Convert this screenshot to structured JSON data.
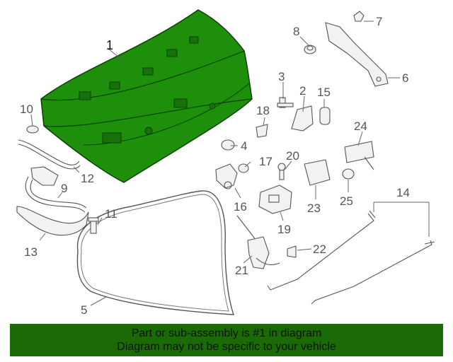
{
  "diagram": {
    "highlight_color": "#1d8f0a",
    "callouts": [
      {
        "id": "1",
        "label": "1"
      },
      {
        "id": "2",
        "label": "2"
      },
      {
        "id": "3",
        "label": "3"
      },
      {
        "id": "4",
        "label": "4"
      },
      {
        "id": "5",
        "label": "5"
      },
      {
        "id": "6",
        "label": "6"
      },
      {
        "id": "7",
        "label": "7"
      },
      {
        "id": "8",
        "label": "8"
      },
      {
        "id": "9",
        "label": "9"
      },
      {
        "id": "10",
        "label": "10"
      },
      {
        "id": "11",
        "label": "11"
      },
      {
        "id": "12",
        "label": "12"
      },
      {
        "id": "13",
        "label": "13"
      },
      {
        "id": "14",
        "label": "14"
      },
      {
        "id": "15",
        "label": "15"
      },
      {
        "id": "16",
        "label": "16"
      },
      {
        "id": "17",
        "label": "17"
      },
      {
        "id": "18",
        "label": "18"
      },
      {
        "id": "19",
        "label": "19"
      },
      {
        "id": "20",
        "label": "20"
      },
      {
        "id": "21",
        "label": "21"
      },
      {
        "id": "22",
        "label": "22"
      },
      {
        "id": "23",
        "label": "23"
      },
      {
        "id": "24",
        "label": "24"
      },
      {
        "id": "25",
        "label": "25"
      }
    ]
  },
  "banner": {
    "color": "#1a6a06",
    "line1": "Part or sub-assembly is #1 in diagram",
    "line2": "Diagram may not be specific to your vehicle"
  }
}
